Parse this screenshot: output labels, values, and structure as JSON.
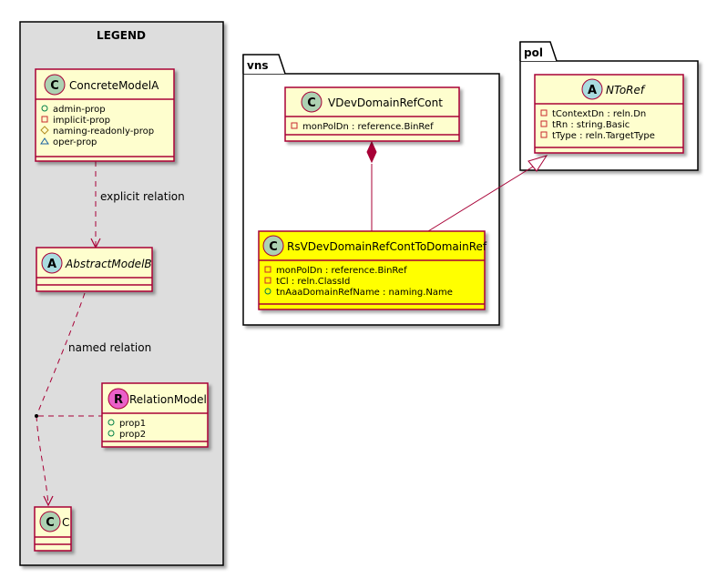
{
  "legend": {
    "title": "LEGEND",
    "concrete": {
      "stereo": "C",
      "name": "ConcreteModelA",
      "props": [
        {
          "vis": "+",
          "name": "admin-prop"
        },
        {
          "vis": "-",
          "name": "implicit-prop"
        },
        {
          "vis": "#",
          "name": "naming-readonly-prop"
        },
        {
          "vis": "~",
          "name": "oper-prop"
        }
      ]
    },
    "abstract": {
      "stereo": "A",
      "name": "AbstractModelB"
    },
    "relation_model": {
      "stereo": "R",
      "name": "RelationModel",
      "props": [
        {
          "vis": "+",
          "name": "prop1"
        },
        {
          "vis": "+",
          "name": "prop2"
        }
      ]
    },
    "c_class": {
      "stereo": "C",
      "name": "C"
    },
    "explicit_label": "explicit relation",
    "named_label": "named relation"
  },
  "vns": {
    "package": "vns",
    "cont": {
      "stereo": "C",
      "name": "VDevDomainRefCont",
      "props": [
        {
          "vis": "-",
          "name": "monPolDn : reference.BinRef"
        }
      ]
    },
    "rs": {
      "stereo": "C",
      "name": "RsVDevDomainRefContToDomainRef",
      "highlight_color": "#ffff00",
      "props": [
        {
          "vis": "-",
          "name": "monPolDn : reference.BinRef"
        },
        {
          "vis": "-",
          "name": "tCl : reln.ClassId"
        },
        {
          "vis": "+",
          "name": "tnAaaDomainRefName : naming.Name"
        }
      ]
    }
  },
  "pol": {
    "package": "pol",
    "ntoref": {
      "stereo": "A",
      "name": "NToRef",
      "props": [
        {
          "vis": "-",
          "name": "tContextDn : reln.Dn"
        },
        {
          "vis": "-",
          "name": "tRn : string.Basic"
        },
        {
          "vis": "-",
          "name": "tType : reln.TargetType"
        }
      ]
    }
  },
  "colors": {
    "class_fill": "#fefece",
    "border": "#a80036",
    "legend_bg": "#dddddd",
    "circle_c": "#add1b2",
    "circle_a": "#a9dcdf",
    "circle_r": "#ea60c9"
  }
}
